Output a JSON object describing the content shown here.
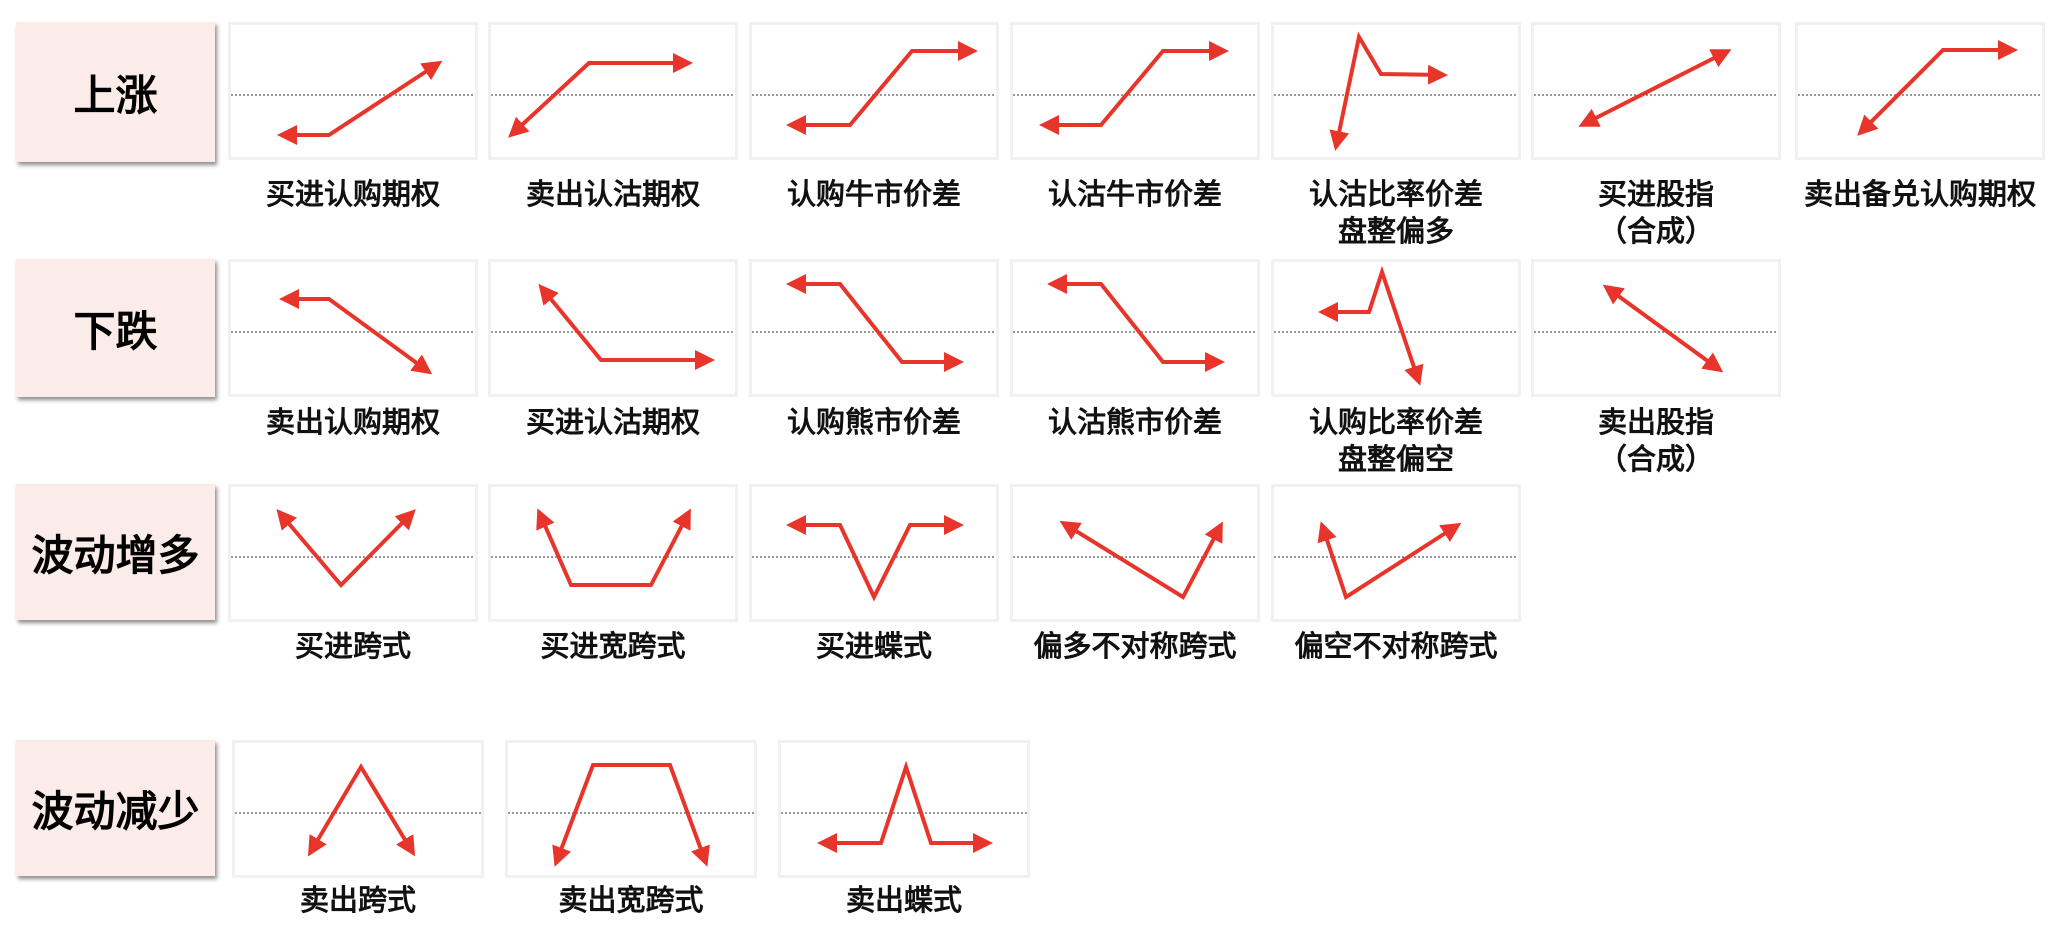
{
  "colors": {
    "arrow": "#e8352b",
    "category_bg": "#fbebe9",
    "baseline": "#333333"
  },
  "categories": [
    {
      "label": "上涨"
    },
    {
      "label": "下跌"
    },
    {
      "label": "波动增多"
    },
    {
      "label": "波动减少"
    }
  ],
  "strategies": [
    {
      "name": "long-call",
      "lines": [
        "买进认购期权"
      ],
      "shape": "arrow-up-right-after-flat-left"
    },
    {
      "name": "short-put",
      "lines": [
        "卖出认沽期权"
      ],
      "shape": "arrow-up-then-flat-right"
    },
    {
      "name": "bull-call-spread",
      "lines": [
        "认购牛市价差"
      ],
      "shape": "flat-left-up-flat-right"
    },
    {
      "name": "bull-put-spread",
      "lines": [
        "认沽牛市价差"
      ],
      "shape": "flat-left-up-flat-right"
    },
    {
      "name": "put-ratio-spread",
      "lines": [
        "认沽比率价差",
        "盘整偏多"
      ],
      "shape": "down-spike-up-flat-right"
    },
    {
      "name": "long-synthetic-index",
      "lines": [
        "买进股指",
        "（合成）"
      ],
      "shape": "diagonal-up"
    },
    {
      "name": "short-covered-call",
      "lines": [
        "卖出备兑认购期权"
      ],
      "shape": "diagonal-up-flat-right"
    },
    {
      "name": "short-call",
      "lines": [
        "卖出认购期权"
      ],
      "shape": "flat-left-diagonal-down"
    },
    {
      "name": "long-put",
      "lines": [
        "买进认沽期权"
      ],
      "shape": "diagonal-down-flat-right"
    },
    {
      "name": "bear-call-spread",
      "lines": [
        "认购熊市价差"
      ],
      "shape": "flat-down-flat"
    },
    {
      "name": "bear-put-spread",
      "lines": [
        "认沽熊市价差"
      ],
      "shape": "flat-down-flat"
    },
    {
      "name": "call-ratio-spread",
      "lines": [
        "认购比率价差",
        "盘整偏空"
      ],
      "shape": "flat-left-spike-down"
    },
    {
      "name": "short-synthetic-index",
      "lines": [
        "卖出股指",
        "（合成）"
      ],
      "shape": "diagonal-down"
    },
    {
      "name": "long-straddle",
      "lines": [
        "买进跨式"
      ],
      "shape": "v"
    },
    {
      "name": "long-strangle",
      "lines": [
        "买进宽跨式"
      ],
      "shape": "wide-v"
    },
    {
      "name": "long-butterfly",
      "lines": [
        "买进蝶式"
      ],
      "shape": "flat-v-flat"
    },
    {
      "name": "bullish-asymmetric-straddle",
      "lines": [
        "偏多不对称跨式"
      ],
      "shape": "skewed-v-right"
    },
    {
      "name": "bearish-asymmetric-straddle",
      "lines": [
        "偏空不对称跨式"
      ],
      "shape": "skewed-v-left"
    },
    {
      "name": "short-straddle",
      "lines": [
        "卖出跨式"
      ],
      "shape": "inverted-v"
    },
    {
      "name": "short-strangle",
      "lines": [
        "卖出宽跨式"
      ],
      "shape": "inverted-wide-v"
    },
    {
      "name": "short-butterfly",
      "lines": [
        "卖出蝶式"
      ],
      "shape": "flat-peak-flat"
    }
  ]
}
